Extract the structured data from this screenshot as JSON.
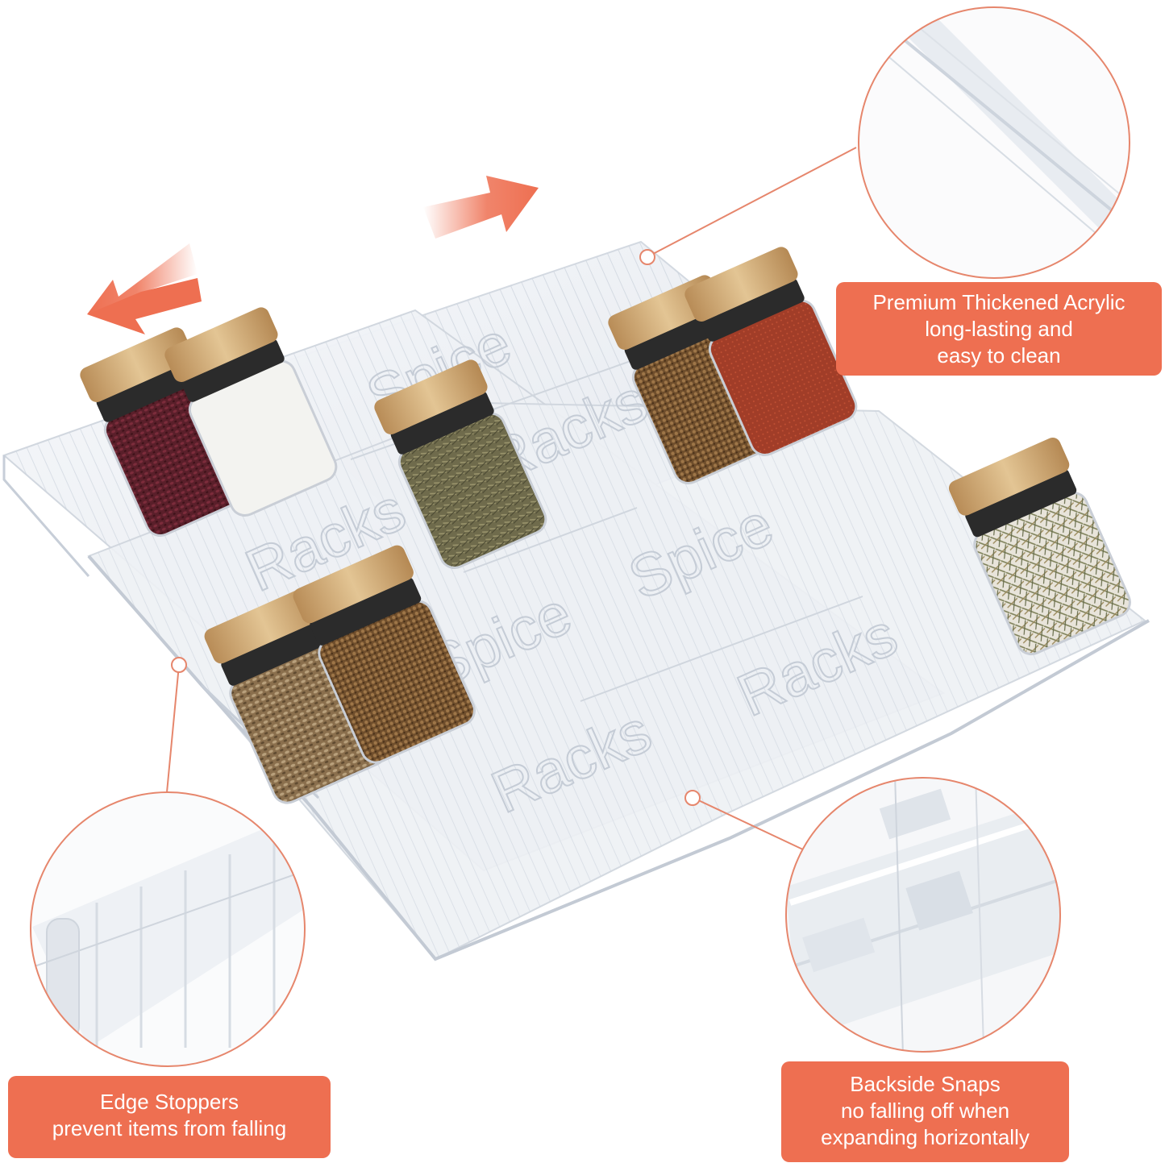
{
  "callouts": {
    "acrylic": {
      "line1": "Premium Thickened Acrylic",
      "line2": "long-lasting and",
      "line3": "easy to clean"
    },
    "edge": {
      "line1": "Edge Stoppers",
      "line2": "prevent items from falling"
    },
    "snaps": {
      "line1": "Backside Snaps",
      "line2": "no falling off when",
      "line3": "expanding horizontally"
    }
  },
  "embossed_text": {
    "word1": "Spice",
    "word2": "Racks"
  },
  "colors": {
    "accent": "#ee6f51",
    "acrylic": "#e9edf2",
    "bamboo": "#d2ad78",
    "circle_border": "#e6866c"
  }
}
